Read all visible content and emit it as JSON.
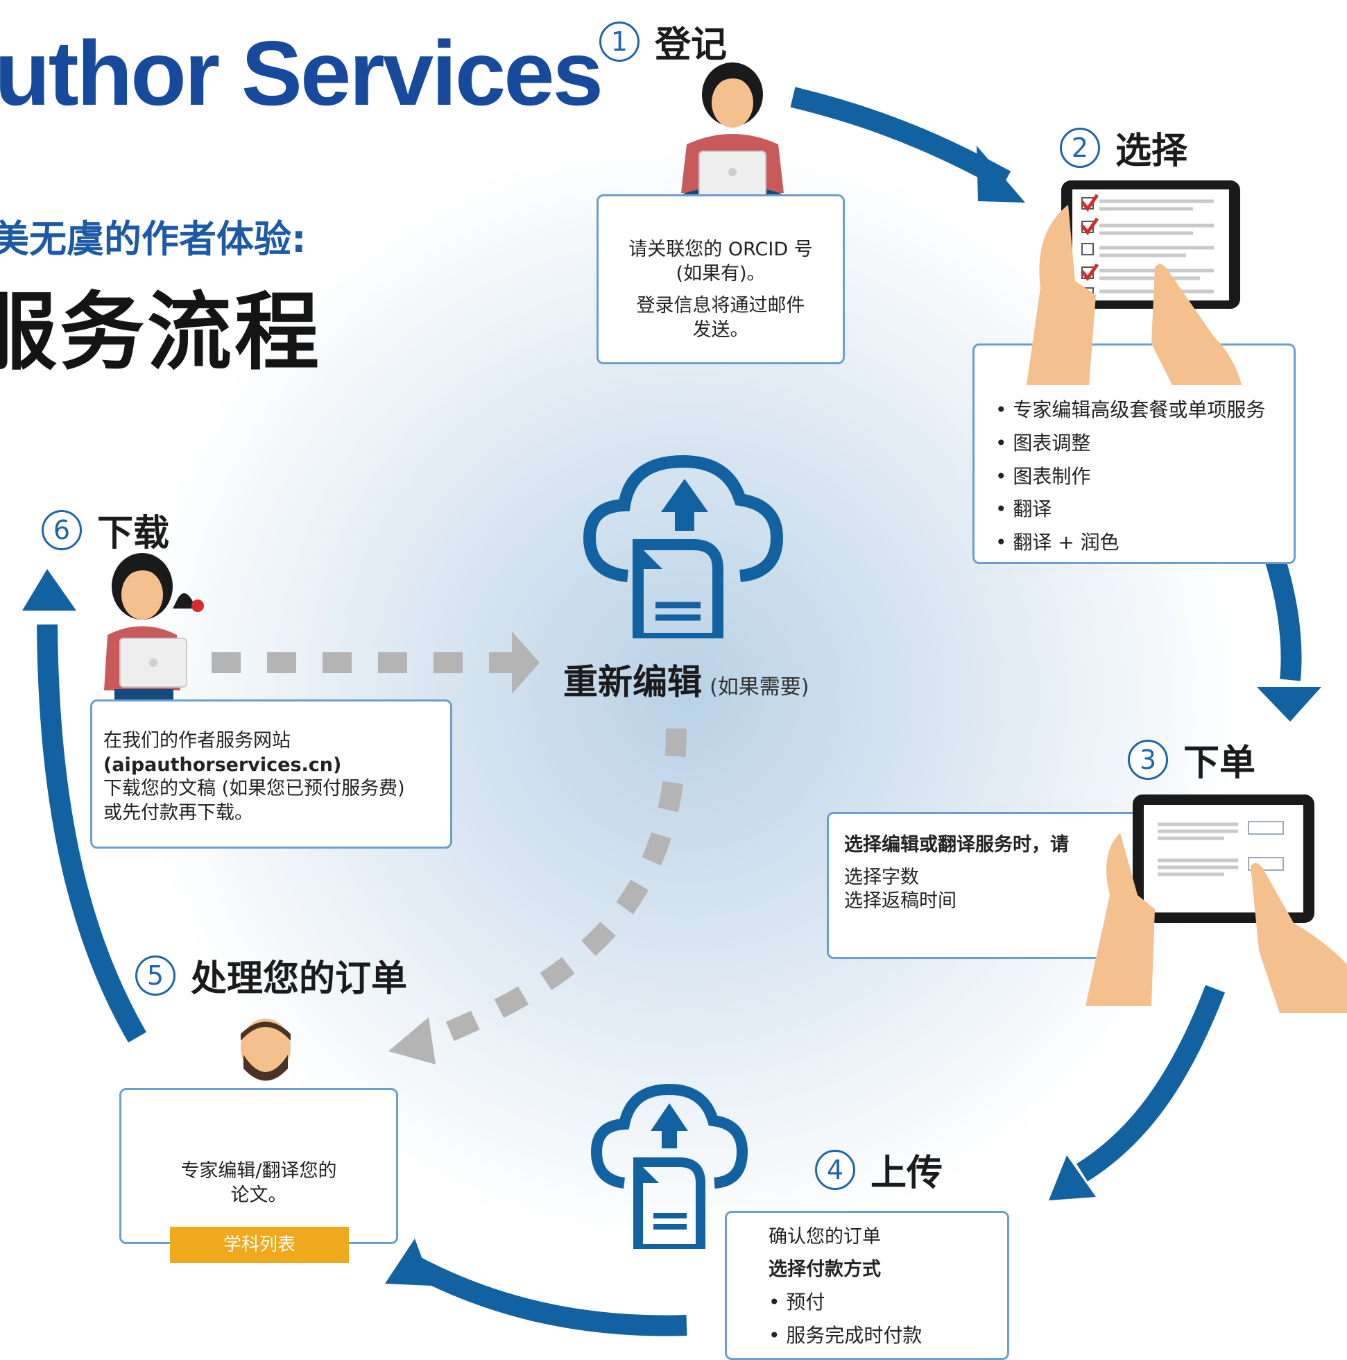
{
  "header": {
    "title": "uthor Services",
    "subtitle": "美无虞的作者体验:",
    "heading": "服务流程"
  },
  "steps": [
    {
      "num": "1",
      "label": "登记",
      "text": [
        "请关联您的 ORCID 号",
        "(如果有)。",
        "登录信息将通过邮件",
        "发送。"
      ]
    },
    {
      "num": "2",
      "label": "选择",
      "items": [
        "专家编辑高级套餐或单项服务",
        "图表调整",
        "图表制作",
        "翻译",
        "翻译 + 润色"
      ]
    },
    {
      "num": "3",
      "label": "下单",
      "bold_line": "选择编辑或翻译服务时，请",
      "lines": [
        "选择字数",
        "选择返稿时间"
      ]
    },
    {
      "num": "4",
      "label": "上传",
      "line1": "确认您的订单",
      "bold_line": "选择付款方式",
      "items": [
        "预付",
        "服务完成时付款"
      ]
    },
    {
      "num": "5",
      "label": "处理您的订单",
      "text": [
        "专家编辑/翻译您的",
        "论文。"
      ],
      "button": "学科列表"
    },
    {
      "num": "6",
      "label": "下载",
      "lines": [
        "在我们的作者服务网站",
        "(aipauthorservices.cn)",
        "下载您的文稿 (如果您已预付服务费)",
        "或先付款再下载。"
      ]
    }
  ],
  "center": {
    "label": "重新编辑",
    "note": "(如果需要)"
  },
  "colors": {
    "primary": "#174a9c",
    "arrow": "#1262a2",
    "dash": "#b4b4b4",
    "accent": "#f0a91c",
    "box_border": "#6b9fcf"
  },
  "icons": [
    "person-laptop-icon",
    "tablet-checklist-icon",
    "tablet-form-icon",
    "cloud-upload-icon",
    "editor-desk-icon",
    "person-notification-icon"
  ]
}
